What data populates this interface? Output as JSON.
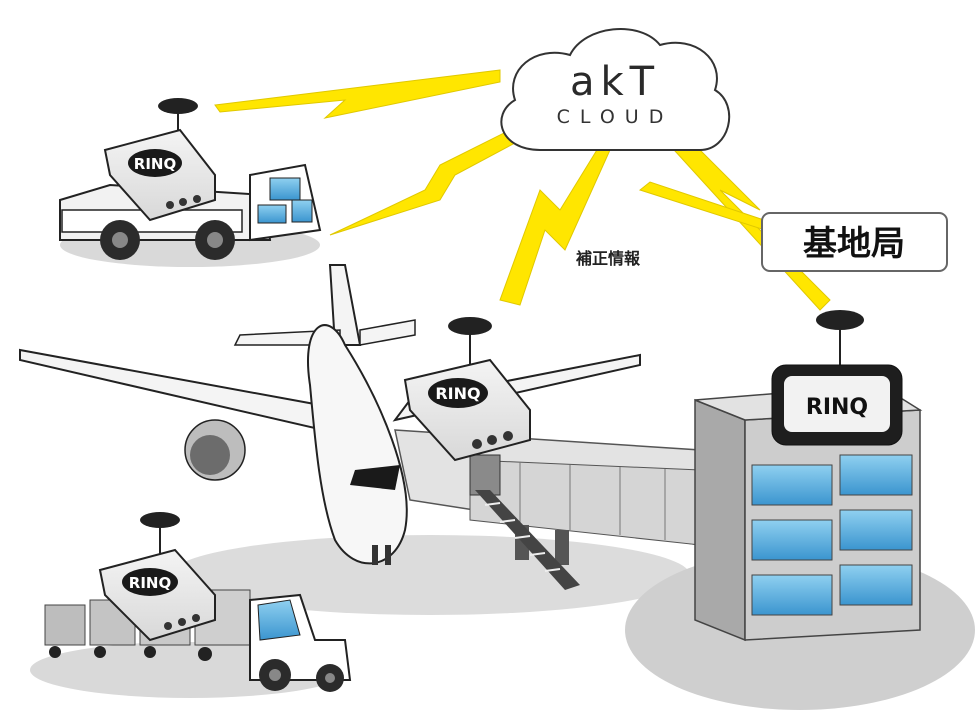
{
  "cloud": {
    "logo": "akT",
    "label": "CLOUD"
  },
  "base_station": {
    "label": "基地局"
  },
  "correction_label": "補正情報",
  "device_label": "RINQ",
  "colors": {
    "lightning": "#ffe600",
    "blue": "#1f6fc2",
    "dark": "#1a1a1a",
    "grey": "#c9c9c9"
  }
}
